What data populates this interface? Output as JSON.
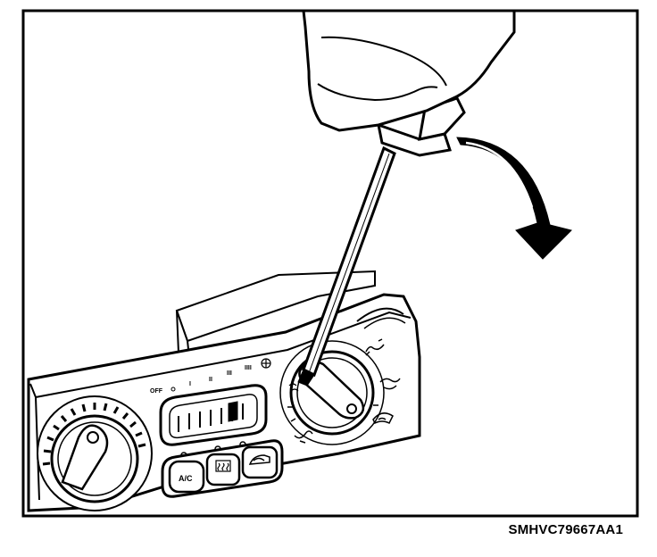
{
  "figure": {
    "code": "SMHVC79667AA1",
    "panel": {
      "fan_labels": [
        "OFF",
        "I",
        "II",
        "III",
        "IIII"
      ],
      "ac_button": "A/C"
    }
  },
  "colors": {
    "line": "#000000",
    "background": "#ffffff"
  },
  "icons": [
    "hand-icon",
    "screwdriver-icon",
    "arrow-icon",
    "fan-icon",
    "defrost-icon",
    "recirculation-icon",
    "face-vent-icon",
    "foot-vent-icon"
  ]
}
